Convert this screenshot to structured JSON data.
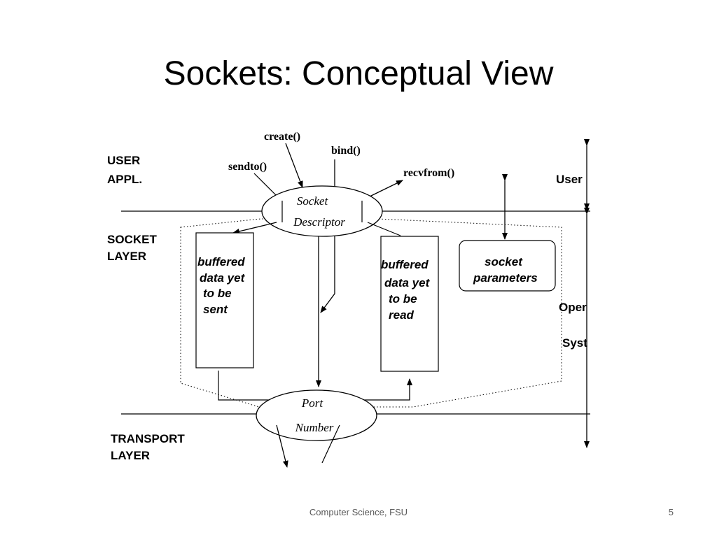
{
  "slide": {
    "title": "Sockets: Conceptual View",
    "footer": "Computer Science, FSU",
    "page_number": "5"
  },
  "diagram": {
    "layers": {
      "user_appl": [
        "USER",
        "APPL."
      ],
      "socket_layer": [
        "SOCKET",
        "LAYER"
      ],
      "transport_layer": [
        "TRANSPORT",
        "LAYER"
      ]
    },
    "calls": {
      "create": "create()",
      "bind": "bind()",
      "sendto": "sendto()",
      "recvfrom": "recvfrom()"
    },
    "socket_descriptor": [
      "Socket",
      "Descriptor"
    ],
    "port_number": [
      "Port",
      "Number"
    ],
    "send_buffer": [
      "buffered",
      "data yet",
      "to be",
      "sent"
    ],
    "recv_buffer": [
      "buffered",
      "data yet",
      "to be",
      "read"
    ],
    "socket_parameters": [
      "socket",
      "parameters"
    ],
    "side_labels": {
      "user": "User",
      "oper": "Oper",
      "syst": "Syst"
    }
  }
}
